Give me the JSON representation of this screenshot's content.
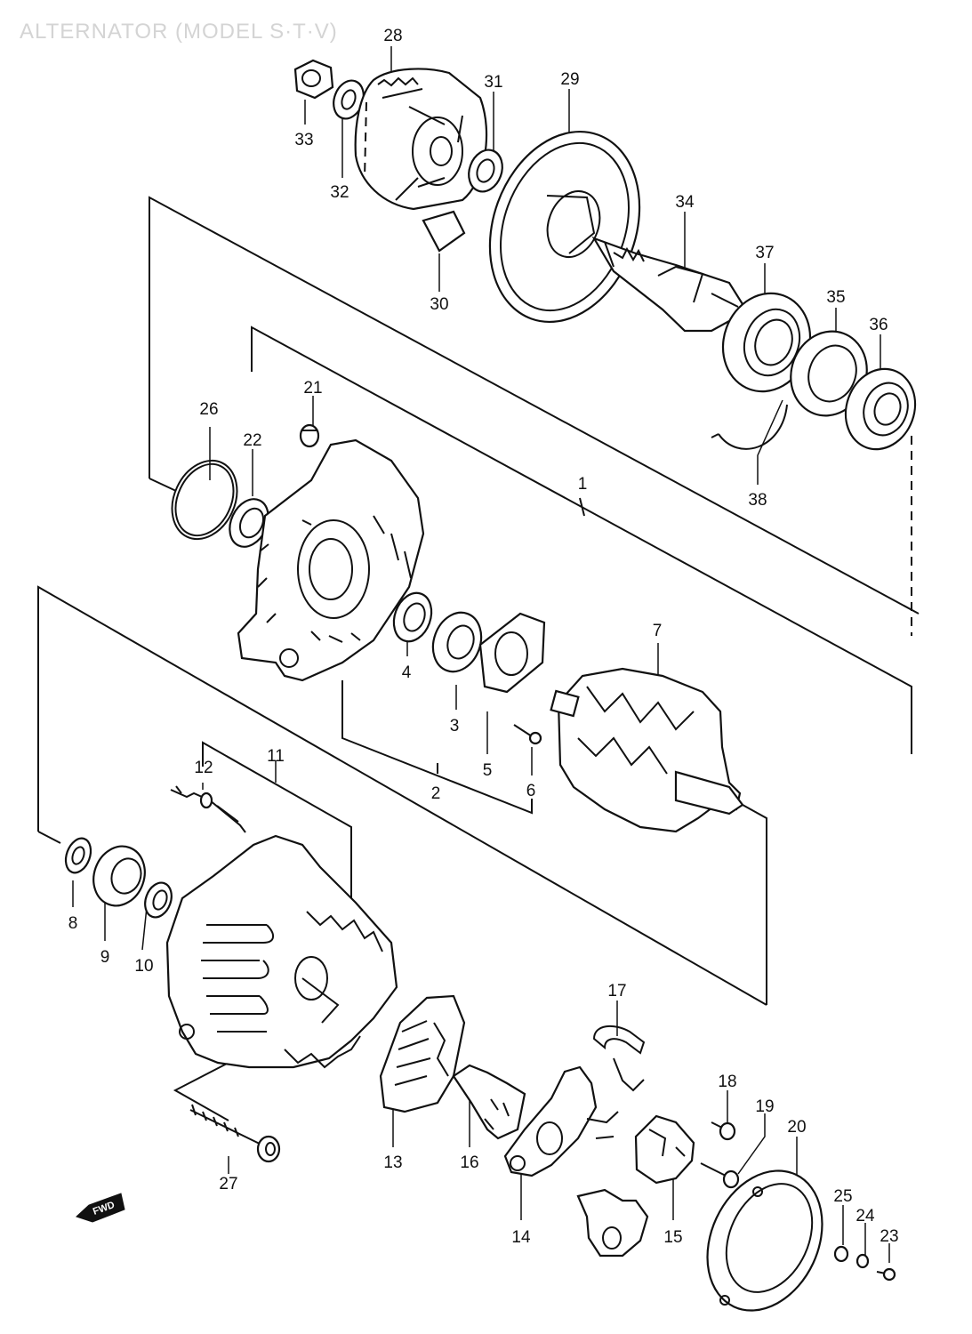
{
  "title": "ALTERNATOR (MODEL S·T·V)",
  "fwd_label": "FWD",
  "callouts": [
    "1",
    "2",
    "3",
    "4",
    "5",
    "6",
    "7",
    "8",
    "9",
    "10",
    "11",
    "12",
    "13",
    "14",
    "15",
    "16",
    "17",
    "18",
    "19",
    "20",
    "21",
    "22",
    "23",
    "24",
    "25",
    "26",
    "27",
    "28",
    "29",
    "30",
    "31",
    "32",
    "33",
    "34",
    "35",
    "36",
    "37",
    "38"
  ]
}
